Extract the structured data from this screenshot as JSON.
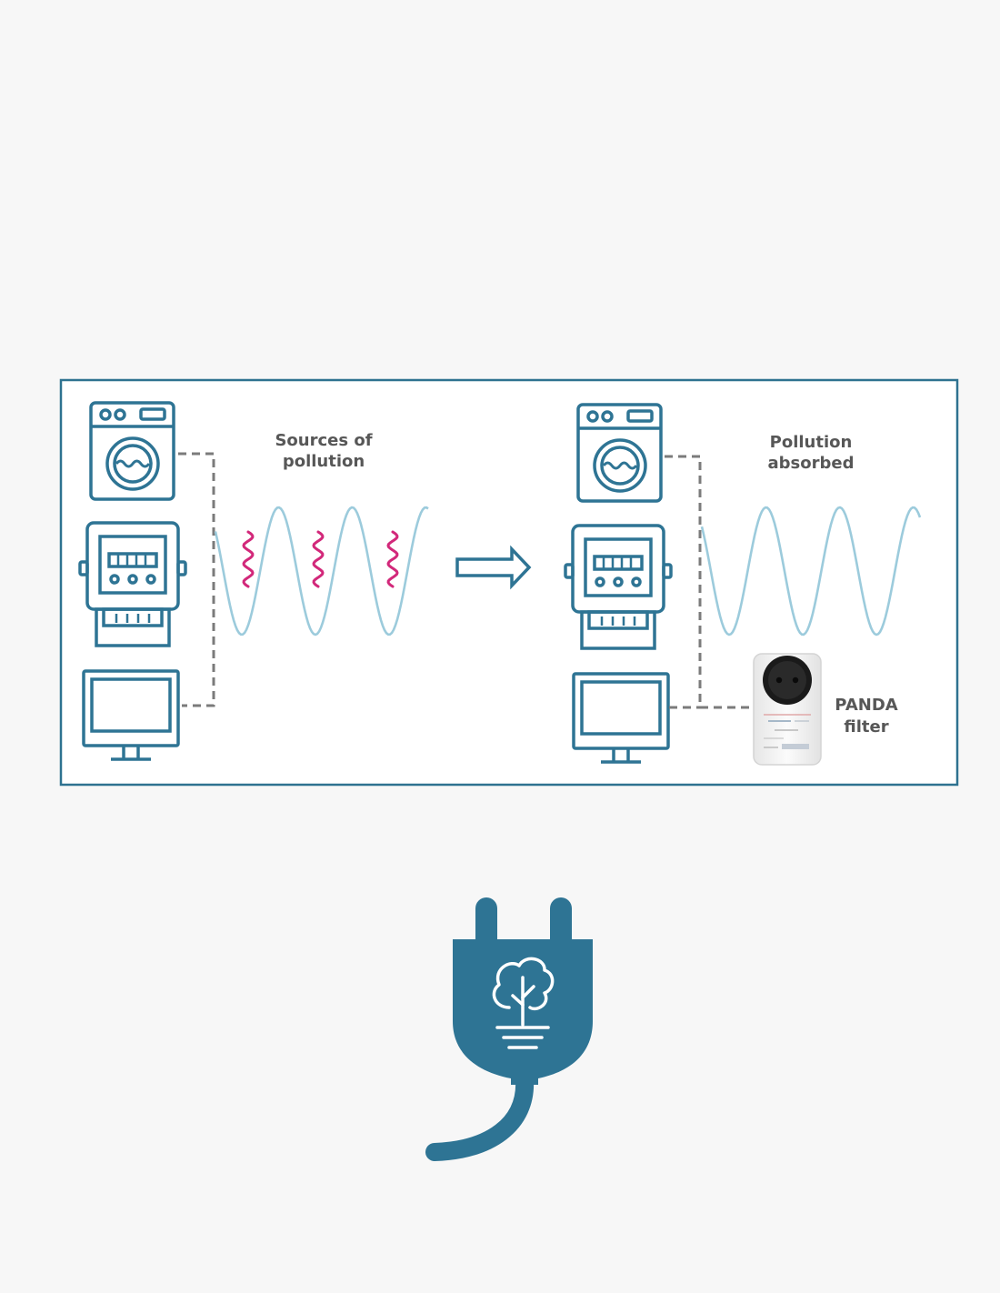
{
  "colors": {
    "background": "#f7f7f7",
    "frame": "#2e7290",
    "icon": "#2e7494",
    "wave": "#9ccbdc",
    "noise": "#d2287a",
    "connector": "#7b7b7b",
    "label": "#575757",
    "plug": "#2e7494"
  },
  "before": {
    "label_line1": "Sources of",
    "label_line2": "pollution",
    "devices": [
      "washing-machine-icon",
      "electric-meter-icon",
      "monitor-icon"
    ]
  },
  "after": {
    "label_line1": "Pollution",
    "label_line2": "absorbed",
    "devices": [
      "washing-machine-icon",
      "electric-meter-icon",
      "monitor-icon"
    ]
  },
  "filter": {
    "label_line1": "PANDA",
    "label_line2": "filter"
  },
  "icons": {
    "transition": "arrow-right-icon",
    "footer": "eco-plug-icon"
  }
}
